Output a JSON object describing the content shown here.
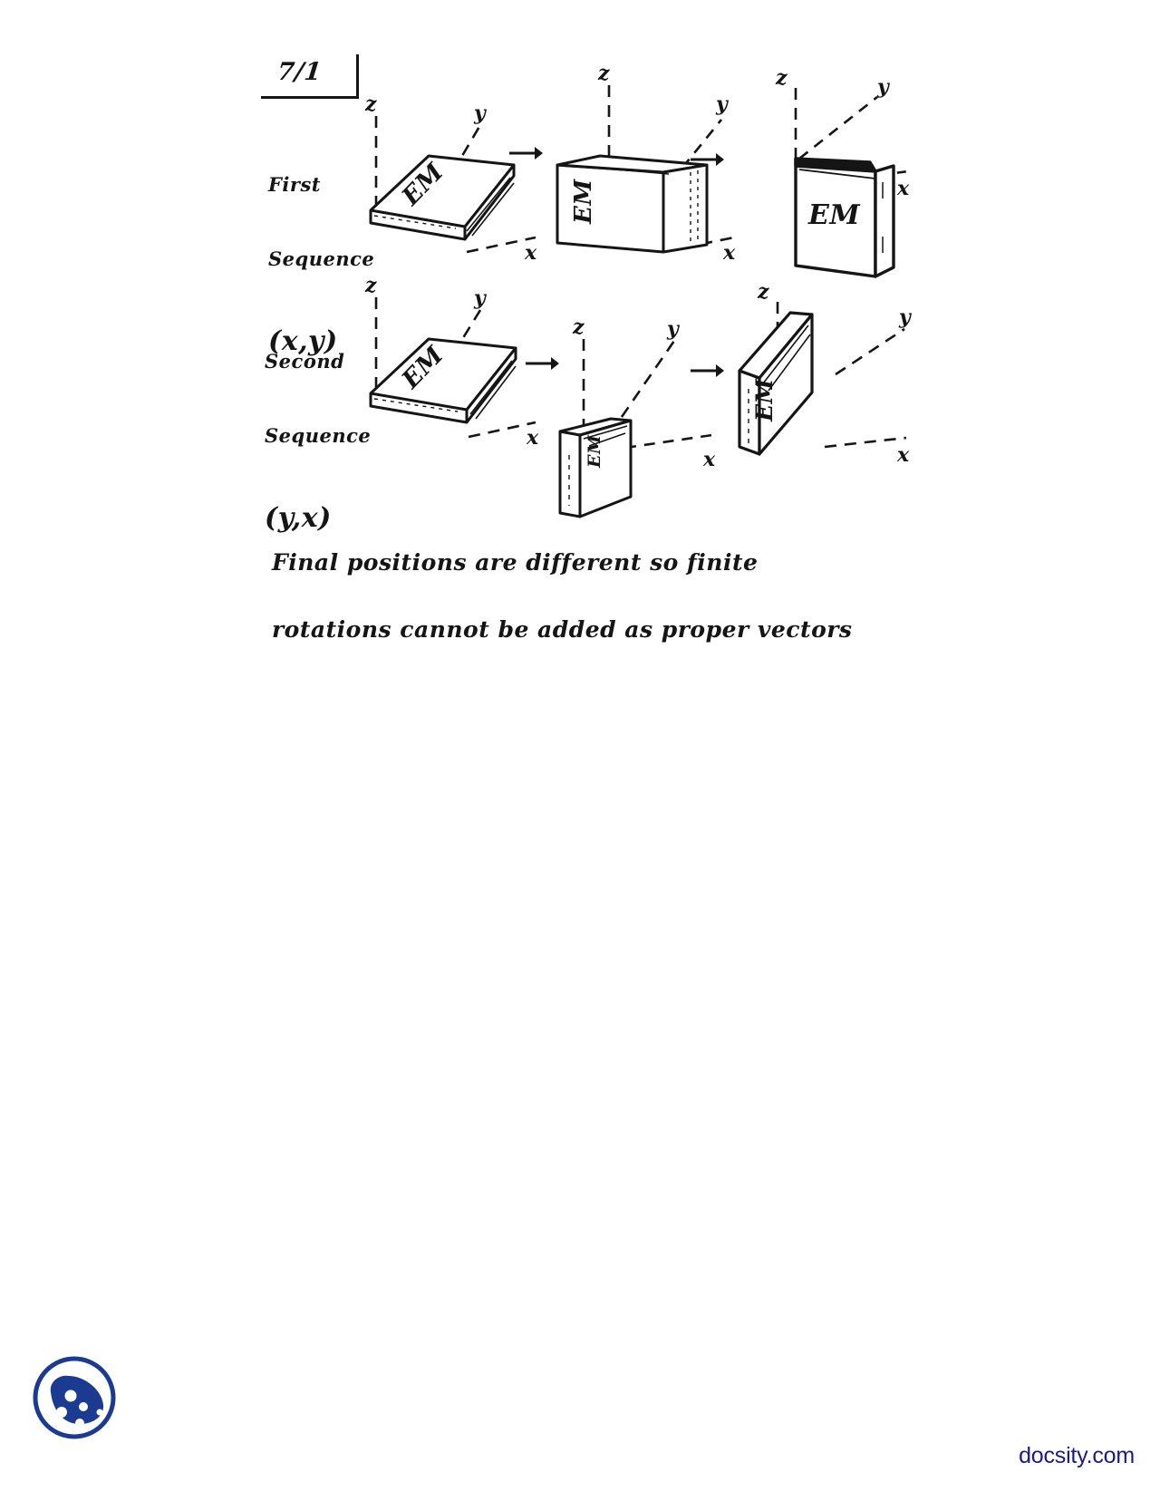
{
  "document": {
    "page_number": "7/1",
    "type": "handwritten-lecture-note"
  },
  "rows": [
    {
      "label_line1": "First",
      "label_line2": "Sequence",
      "label_line3": "(x,y)",
      "stages": [
        {
          "axes": [
            "z",
            "y",
            "x"
          ],
          "book_text": "EM",
          "orientation": "flat-lying, cover up"
        },
        {
          "axes": [
            "z",
            "y",
            "x"
          ],
          "book_text": "EM",
          "orientation": "upright, spine left, EM sideways"
        },
        {
          "axes": [
            "z",
            "y",
            "x"
          ],
          "book_text": "EM",
          "orientation": "upright, EM readable"
        }
      ]
    },
    {
      "label_line1": "Second",
      "label_line2": "Sequence",
      "label_line3": "(y,x)",
      "stages": [
        {
          "axes": [
            "z",
            "y",
            "x"
          ],
          "book_text": "EM",
          "orientation": "flat-lying, cover up"
        },
        {
          "axes": [
            "z",
            "y",
            "x"
          ],
          "book_text": "EM",
          "orientation": "standing edge-on toward viewer"
        },
        {
          "axes": [
            "z",
            "y",
            "x"
          ],
          "book_text": "EM",
          "orientation": "upright, EM rotated sideways"
        }
      ]
    }
  ],
  "arrows": {
    "glyph": "→",
    "count": 4
  },
  "caption": {
    "line1": "Final positions are different so finite",
    "line2": "rotations cannot be added as proper vectors"
  },
  "footer": {
    "site": "docsity.com",
    "logo_name": "docsity-cookie-logo",
    "brand_color": "#1a1a8c",
    "logo_color": "#1b3a91"
  },
  "axis_labels": {
    "z": "z",
    "y": "y",
    "x": "x"
  },
  "book_label": "EM"
}
